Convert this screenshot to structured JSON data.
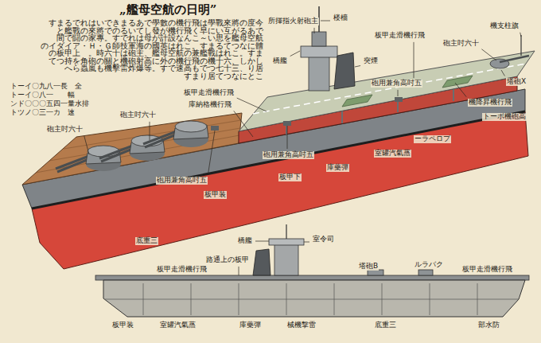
{
  "diagram": {
    "title": "„艦母空航の日明”",
    "labels": [
      "すまるでれはいできまるあで學數の機行飛は學戰來將の度今",
      "と艦戰の來將でのるいてし發が機行飛く早にい互がるあで",
      "間で闘の家專。すでれは母が計設なんこ～い思を艦母空航",
      "のイダイア・Ｈ・Ｇ師技軍海の國英はれこ。すまるてつなに體",
      "の板甲上　。時六十は砲主、艦母空航の兼艦戰はれこ。すま",
      "てつ持を角砲の關と機砲射高に外の機行飛の機十六、しかし",
      "へら蟲嵐も機擊雷炸爆等。すで速高もでつ七十三、り居",
      "すまり居てつなにとこ",
      "トーイ〇九八一長　全",
      "トーイ〇八一　　幅",
      "ンド〇〇〇五四一量水排",
      "トツノ〇三一カ　速",
      "機支柱旗",
      "砲主吋六十",
      "塔砲X",
      "機降昇機行飛",
      "トーボ機砲高",
      "砲用兼角高吋五",
      "砲用兼角高吋五",
      "砲用兼角高吋五",
      "板甲走滑機行飛",
      "庫納格機行飛",
      "所揮指火射砲主",
      "橋艦",
      "楼檣",
      "突煙",
      "板甲走滑機行飛",
      "ーラペロプ",
      "室罐汽氣蒸",
      "庫藥彈",
      "板甲下",
      "板甲装",
      "底重三",
      "砲主吋六十",
      "砲主吋六十",
      "板甲走滑機行飛",
      "路通上の板甲",
      "橋艦",
      "室令司",
      "塔砲B",
      "ルラバク",
      "板甲走滑機行飛",
      "板甲装",
      "室罐汽氣蒸",
      "庫藥彈",
      "械機撃雷",
      "底重三",
      "部水防"
    ]
  }
}
